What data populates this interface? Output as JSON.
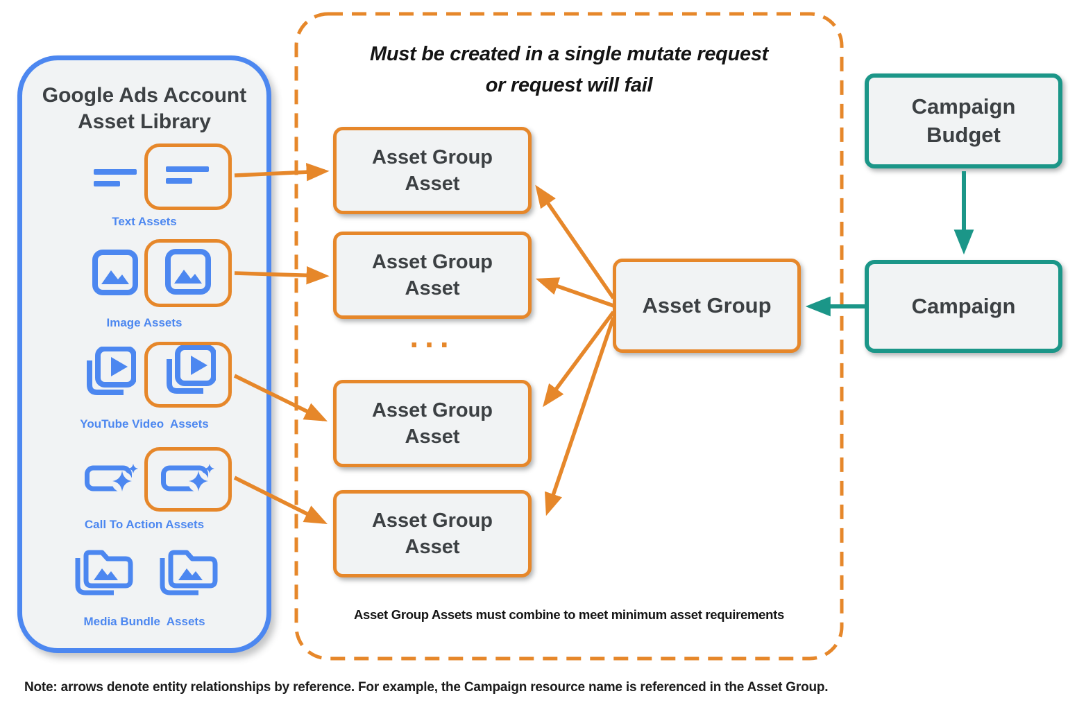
{
  "colors": {
    "orange": "#E6872A",
    "teal": "#1B9688",
    "blue": "#4C87F0",
    "box_fill": "#F1F3F4",
    "dark_text": "#3C4043"
  },
  "library": {
    "title_line1": "Google Ads Account",
    "title_line2": "Asset Library",
    "rows": [
      {
        "label": "Text Assets",
        "icon": "text-lines-icon",
        "highlighted": true
      },
      {
        "label": "Image Assets",
        "icon": "image-icon",
        "highlighted": true
      },
      {
        "label": "YouTube Video  Assets",
        "icon": "video-stack-icon",
        "highlighted": true
      },
      {
        "label": "Call To Action Assets",
        "icon": "cta-sparkle-icon",
        "highlighted": true
      },
      {
        "label": "Media Bundle  Assets",
        "icon": "media-bundle-folder-icon",
        "highlighted": false
      }
    ]
  },
  "mutate_panel": {
    "title_line1": "Must be created in a single mutate request",
    "title_line2": "or request will fail",
    "ellipsis": "...",
    "caption": "Asset Group Assets must combine to meet minimum asset requirements",
    "asset_group_asset": {
      "line1": "Asset Group",
      "line2": "Asset"
    }
  },
  "entities": {
    "asset_group": {
      "label": "Asset Group"
    },
    "campaign_budget": {
      "line1": "Campaign",
      "line2": "Budget"
    },
    "campaign": {
      "label": "Campaign"
    }
  },
  "note": {
    "text": "Note: arrows denote entity relationships by reference. For example, the Campaign resource name is referenced in the Asset Group."
  }
}
